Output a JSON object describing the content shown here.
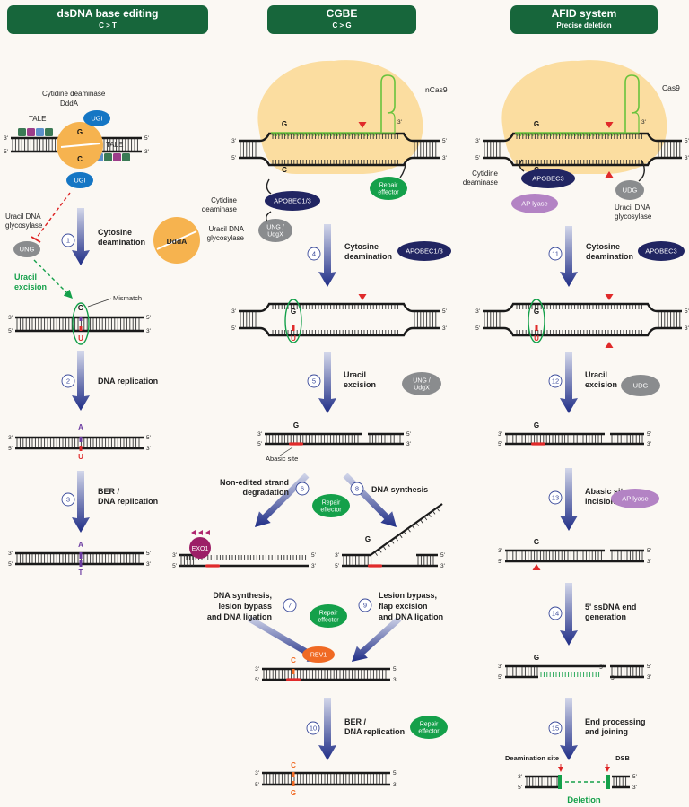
{
  "columns": [
    {
      "title": "dsDNA base editing",
      "subtitle": "C > T"
    },
    {
      "title": "CGBE",
      "subtitle": "C > G"
    },
    {
      "title": "AFID system",
      "subtitle": "Precise deletion"
    }
  ],
  "col1": {
    "cytidine_deaminase": "Cytidine deaminase",
    "ddda": "DddA",
    "ugi": "UGI",
    "tale": "TALE",
    "uracil_dna_glycosylase": "Uracil DNA glycosylase",
    "ung": "UNG",
    "uracil_excision": "Uracil excision",
    "mismatch": "Mismatch",
    "step1": "1",
    "step1_label": "Cytosine deamination",
    "step2": "2",
    "step2_label": "DNA replication",
    "step3": "3",
    "step3_label": "BER / DNA replication"
  },
  "col2": {
    "ncas9": "nCas9",
    "cytidine_deaminase": "Cytidine deaminase",
    "apobec": "APOBEC1/3",
    "repair_effector": "Repair effector",
    "uracil_dna_glycosylase": "Uracil DNA glycosylase",
    "ung_udgx": "UNG / UdgX",
    "step4": "4",
    "step4_label": "Cytosine deamination",
    "step5": "5",
    "step5_label": "Uracil excision",
    "abasic_site": "Abasic site",
    "step6": "6",
    "step6_label": "Non-edited strand degradation",
    "step8": "8",
    "step8_label": "DNA synthesis",
    "exo1": "EXO1",
    "step7": "7",
    "step7_label": "DNA synthesis, lesion bypass and DNA ligation",
    "step9": "9",
    "step9_label": "Lesion bypass, flap excision and DNA ligation",
    "rev1": "REV1",
    "step10": "10",
    "step10_label": "BER / DNA replication"
  },
  "col3": {
    "cas9": "Cas9",
    "cytidine_deaminase": "Cytidine deaminase",
    "apobec3": "APOBEC3",
    "ap_lyase": "AP lyase",
    "udg": "UDG",
    "uracil_dna_glycosylase": "Uracil DNA glycosylase",
    "step11": "11",
    "step11_label": "Cytosine deamination",
    "step12": "12",
    "step12_label": "Uracil excision",
    "step13": "13",
    "step13_label": "Abasic site incision",
    "step14": "14",
    "step14_label": "5' ssDNA end generation",
    "step15": "15",
    "step15_label": "End processing and joining",
    "deamination_site": "Deamination site",
    "dsb": "DSB",
    "deletion": "Deletion"
  },
  "bases": {
    "G": "G",
    "C": "C",
    "U": "U",
    "A": "A",
    "T": "T"
  },
  "ends": {
    "three": "3'",
    "five": "5'"
  },
  "colors": {
    "header": "#17663b",
    "arrow": "#22348f",
    "ugi": "#1576c4",
    "ddda": "#f6b34f",
    "ung": "#8a8c8e",
    "apobec": "#212562",
    "repair": "#14a04a",
    "ap_lyase": "#b383c4",
    "exo1": "#9c1f67",
    "rev1": "#f06a24",
    "cas9": "#fbdda0",
    "mismatch_red": "#e02a2a",
    "purple_base": "#6a3aa0"
  }
}
